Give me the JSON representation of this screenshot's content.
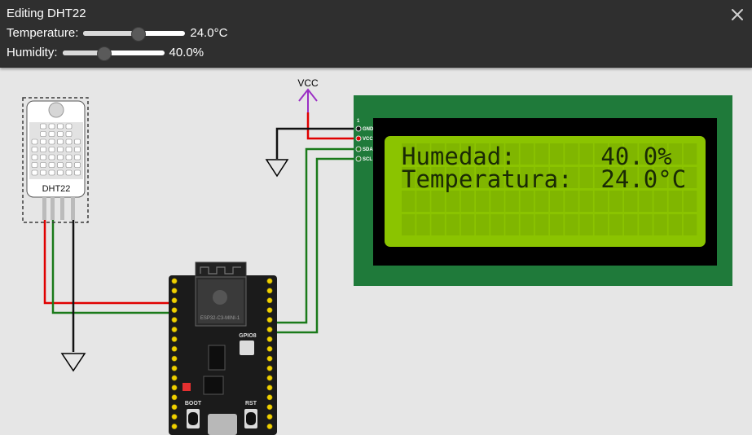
{
  "dialog": {
    "title": "Editing DHT22",
    "temperature": {
      "label": "Temperature:",
      "value": "24.0°C",
      "fraction": 0.53
    },
    "humidity": {
      "label": "Humidity:",
      "value": "40.0%",
      "fraction": 0.4
    }
  },
  "power": {
    "vcc_label": "VCC"
  },
  "sensor": {
    "name": "DHT22"
  },
  "lcd": {
    "pin_number": "1",
    "pins": [
      "GND",
      "VCC",
      "SDA",
      "SCL"
    ],
    "line1": "Humedad:      40.0%",
    "line2": "Temperatura:  24.0°C",
    "colors": {
      "board": "#1f7a3a",
      "bezel": "#000000",
      "screen": "#8bc400",
      "text": "#1a2a05"
    }
  },
  "board": {
    "module_label": "ESP32-C3-MINI-1",
    "gpio_label": "GPIO8",
    "boot_label": "BOOT",
    "rst_label": "RST"
  },
  "wires": {
    "red": "#e00000",
    "green": "#1a7a1a",
    "black": "#111111"
  }
}
